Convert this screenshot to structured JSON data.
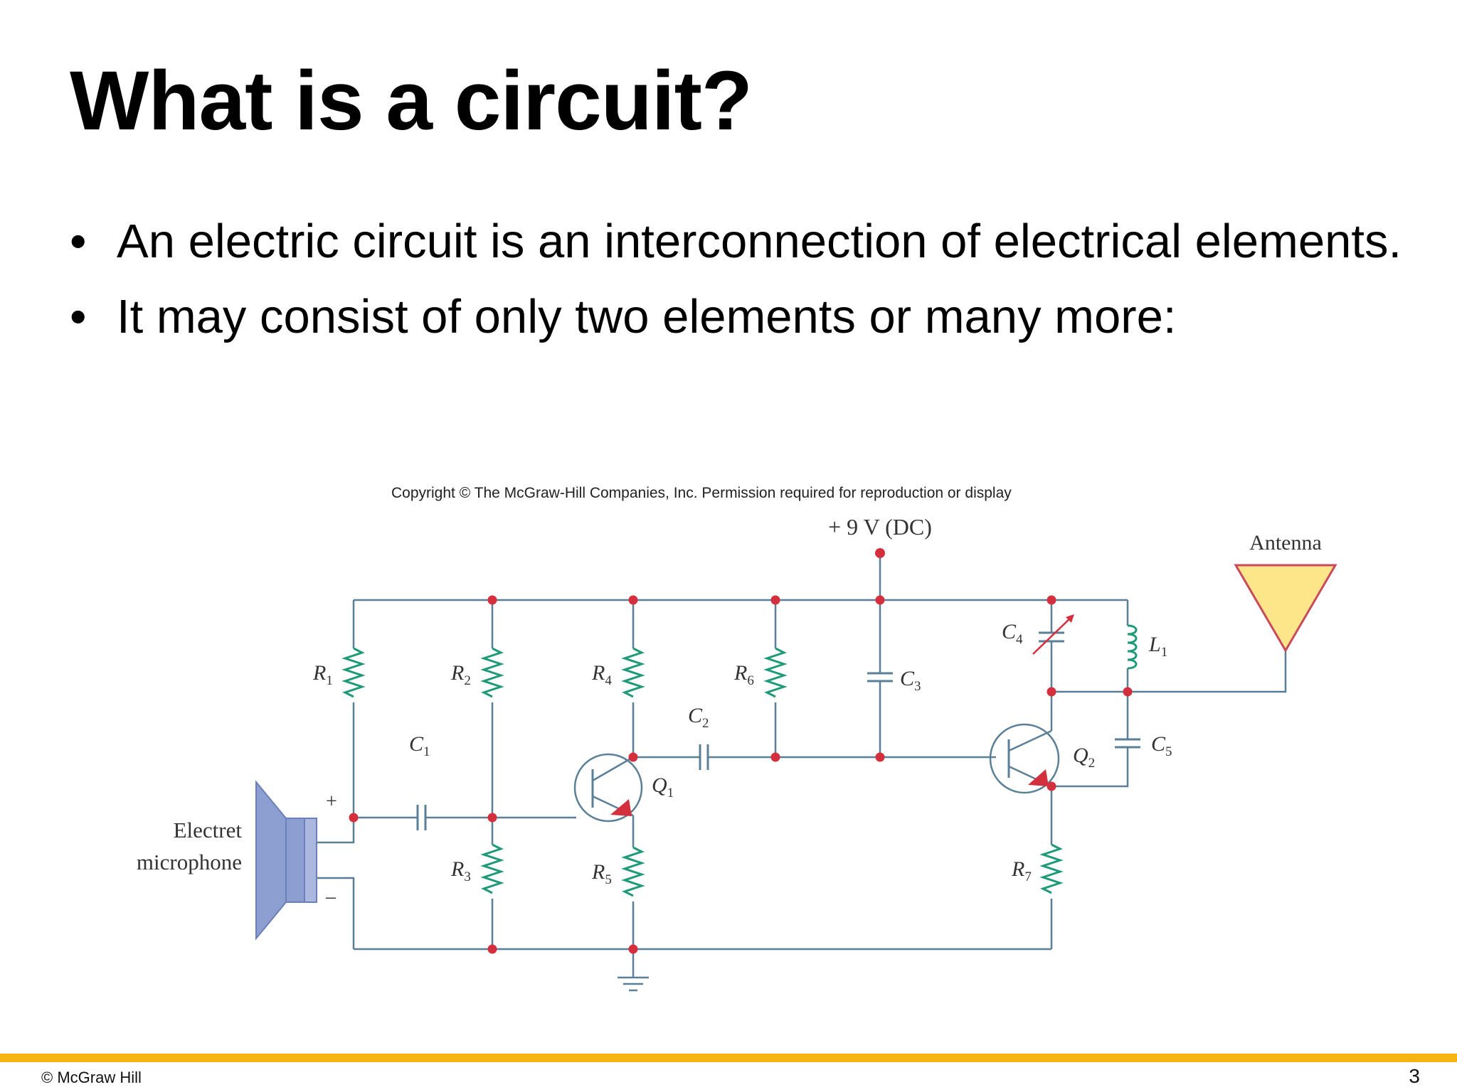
{
  "slide": {
    "title": "What is a circuit?",
    "bullets": [
      "An electric circuit is an interconnection of electrical elements.",
      "It may consist of only two elements or many more:"
    ],
    "bullet_glyph": "•"
  },
  "figure": {
    "copyright": "Copyright © The McGraw-Hill Companies, Inc. Permission required for reproduction or display",
    "supply": "+ 9 V (DC)",
    "antenna": "Antenna",
    "microphone_line1": "Electret",
    "microphone_line2": "microphone",
    "plus": "+",
    "minus": "–",
    "labels": {
      "R1": {
        "main": "R",
        "sub": "1"
      },
      "R2": {
        "main": "R",
        "sub": "2"
      },
      "R3": {
        "main": "R",
        "sub": "3"
      },
      "R4": {
        "main": "R",
        "sub": "4"
      },
      "R5": {
        "main": "R",
        "sub": "5"
      },
      "R6": {
        "main": "R",
        "sub": "6"
      },
      "R7": {
        "main": "R",
        "sub": "7"
      },
      "C1": {
        "main": "C",
        "sub": "1"
      },
      "C2": {
        "main": "C",
        "sub": "2"
      },
      "C3": {
        "main": "C",
        "sub": "3"
      },
      "C4": {
        "main": "C",
        "sub": "4"
      },
      "C5": {
        "main": "C",
        "sub": "5"
      },
      "L1": {
        "main": "L",
        "sub": "1"
      },
      "Q1": {
        "main": "Q",
        "sub": "1"
      },
      "Q2": {
        "main": "Q",
        "sub": "2"
      }
    },
    "colors": {
      "wire": "#5a7f96",
      "resistor": "#1e9a78",
      "node": "#d32f3c",
      "antenna": "#fde68a",
      "antenna_stroke": "#c94a5a",
      "microphone": "#8c9fd0"
    }
  },
  "footer": {
    "copyright": "© McGraw Hill",
    "page_number": "3",
    "accent_color": "#f5b40f"
  }
}
